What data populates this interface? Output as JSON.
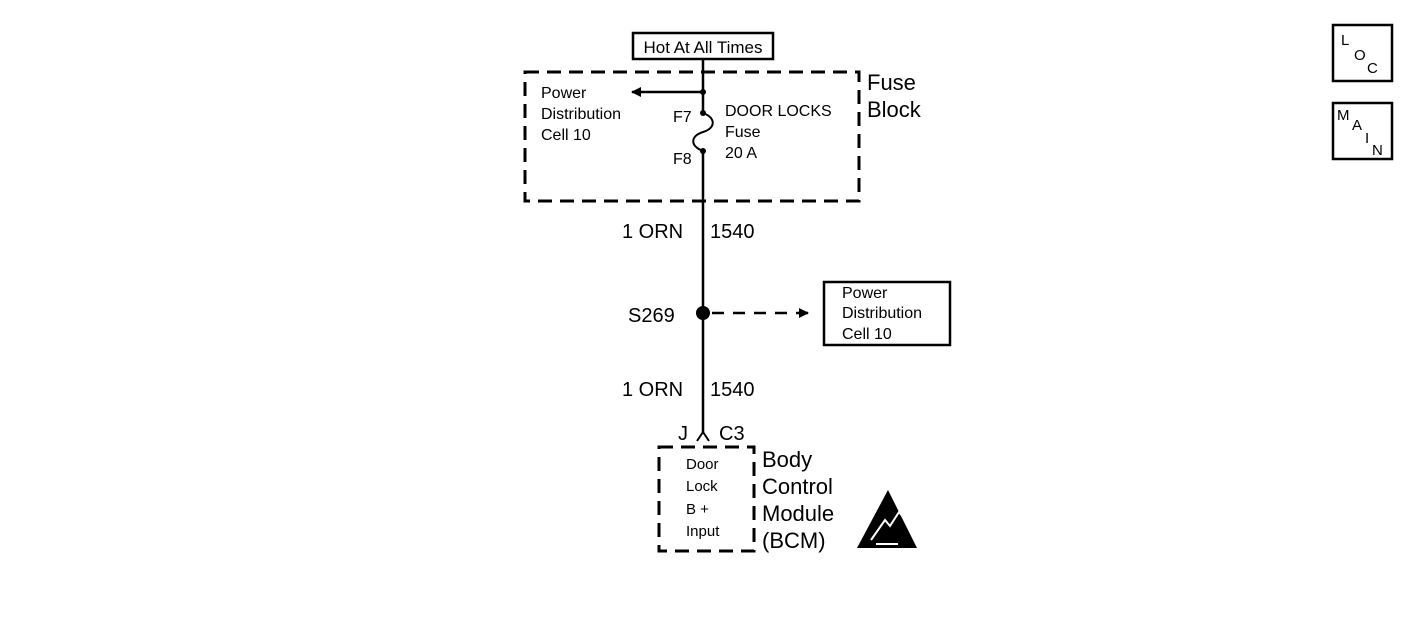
{
  "power_source": {
    "label": "Hot At All Times"
  },
  "fuse_block": {
    "title_line1": "Fuse",
    "title_line2": "Block",
    "feed_label": [
      "Power",
      "Distribution",
      "Cell 10"
    ],
    "fuse_terminal_in": "F7",
    "fuse_terminal_out": "F8",
    "fuse_name": [
      "DOOR LOCKS",
      "Fuse",
      "20 A"
    ]
  },
  "wires": [
    {
      "size_color": "1 ORN",
      "circuit": "1540"
    },
    {
      "size_color": "1 ORN",
      "circuit": "1540"
    }
  ],
  "splice": {
    "id": "S269",
    "target_label": [
      "Power",
      "Distribution",
      "Cell 10"
    ]
  },
  "connector": {
    "pin": "J",
    "connector_id": "C3"
  },
  "module": {
    "input_label": [
      "Door",
      "Lock",
      "B +",
      "Input"
    ],
    "name": [
      "Body",
      "Control",
      "Module",
      "(BCM)"
    ]
  },
  "nav": {
    "loc_letters": [
      "L",
      "O",
      "C"
    ],
    "main_letters": [
      "M",
      "A",
      "I",
      "N"
    ]
  },
  "icons": {
    "esd_warning": "esd-sensitive-icon"
  }
}
